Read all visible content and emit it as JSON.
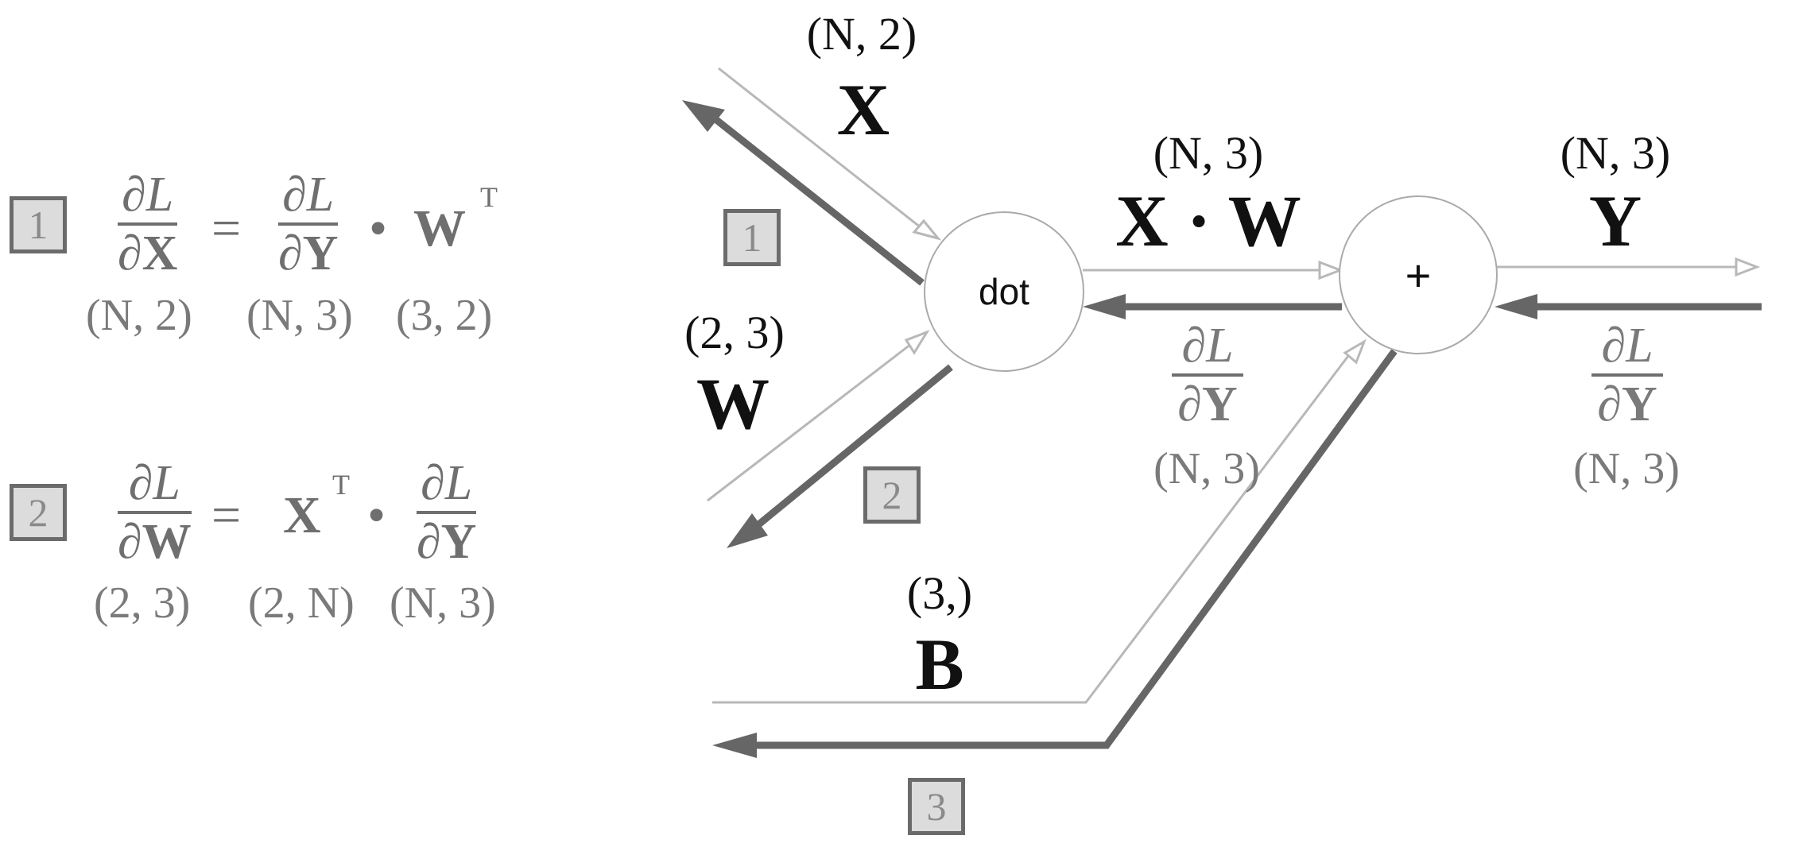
{
  "equations": [
    {
      "badge": "1",
      "lhs_num": "∂L",
      "lhs_den": "∂X",
      "equals": "=",
      "rhs": [
        {
          "kind": "frac",
          "num": "∂L",
          "den": "∂Y"
        },
        {
          "kind": "text",
          "text": "•"
        },
        {
          "kind": "text",
          "text": "W",
          "sup": "T"
        }
      ],
      "shapes": [
        "(N, 2)",
        "(N, 3)",
        "(3, 2)"
      ]
    },
    {
      "badge": "2",
      "lhs_num": "∂L",
      "lhs_den": "∂W",
      "equals": "=",
      "rhs": [
        {
          "kind": "text",
          "text": "X",
          "sup": "T"
        },
        {
          "kind": "text",
          "text": "•"
        },
        {
          "kind": "frac",
          "num": "∂L",
          "den": "∂Y"
        }
      ],
      "shapes": [
        "(2, 3)",
        "(2, N)",
        "(N, 3)"
      ]
    }
  ],
  "diagram": {
    "nodes": {
      "dot": "dot",
      "add": "+"
    },
    "inputs": {
      "X": {
        "shape": "(N, 2)",
        "name": "X"
      },
      "W": {
        "shape": "(2, 3)",
        "name": "W"
      },
      "B": {
        "shape": "(3,)",
        "name": "B"
      }
    },
    "intermediate": {
      "shape": "(N, 3)",
      "name": "X · W"
    },
    "output": {
      "shape": "(N, 3)",
      "name": "Y"
    },
    "gradients": {
      "middle": {
        "num": "∂L",
        "den": "∂Y",
        "shape": "(N, 3)"
      },
      "right": {
        "num": "∂L",
        "den": "∂Y",
        "shape": "(N, 3)"
      }
    },
    "badges": [
      "1",
      "2",
      "3"
    ]
  },
  "colors": {
    "forward_arrow": "#b8b8b8",
    "backward_arrow": "#666666",
    "badge_fill": "#dcdcdc",
    "badge_border": "#6b6b6b",
    "equation_text": "#6f6f6f"
  }
}
